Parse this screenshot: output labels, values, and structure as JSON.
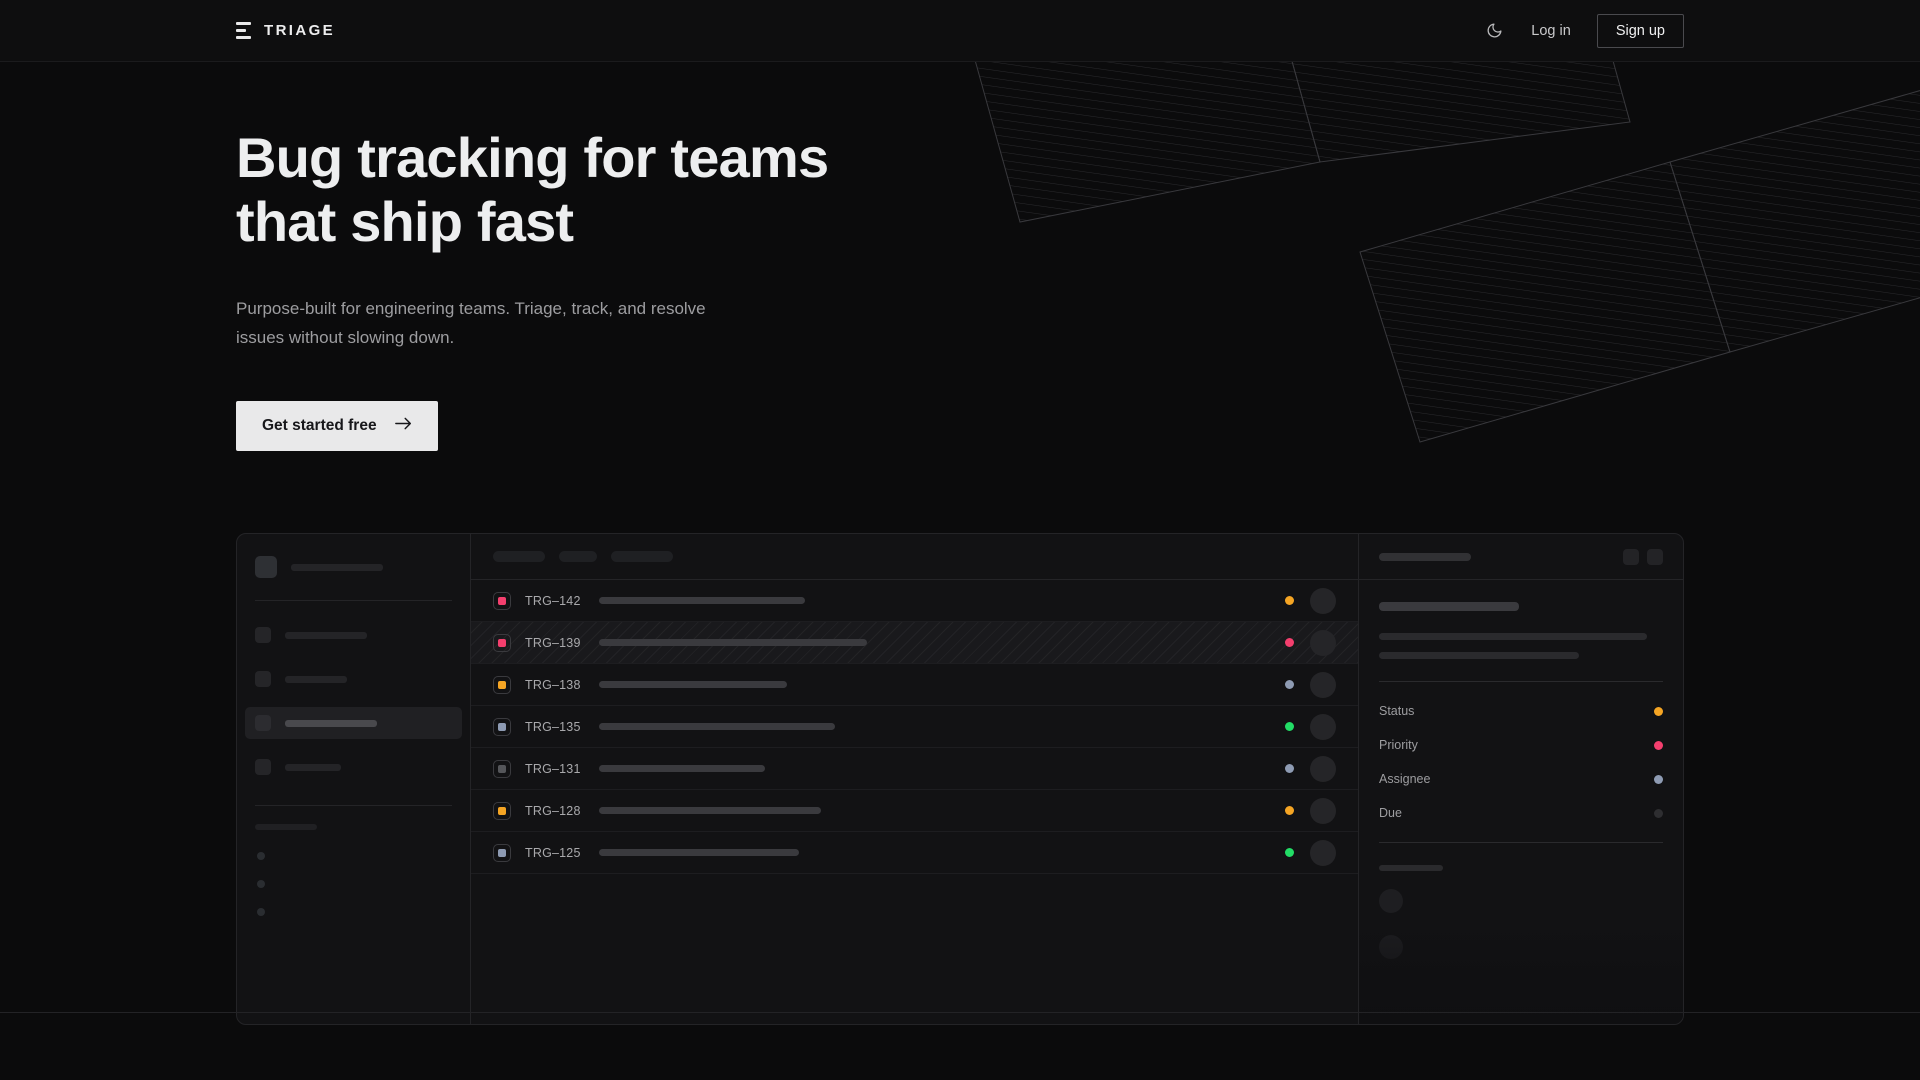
{
  "brand": {
    "name": "TRIAGE",
    "logo_icon": "stacked-bars-icon"
  },
  "nav": {
    "theme_toggle_icon": "moon-icon",
    "login_label": "Log in",
    "signup_label": "Sign up"
  },
  "hero": {
    "heading_line1": "Bug tracking for teams",
    "heading_line2": "that ship fast",
    "subtitle": "Purpose-built for engineering teams. Triage, track, and resolve issues without slowing down.",
    "cta_label": "Get started free",
    "cta_icon": "arrow-right-icon"
  },
  "colors": {
    "page_bg": "#0b0b0c",
    "nav_bg": "#0e0e0f",
    "panel_bg": "#121214",
    "border": "#242427",
    "text_primary": "#edeeef",
    "text_muted": "#9d9da0",
    "accent_pink": "#f43f6e",
    "accent_amber": "#f5a524",
    "accent_green": "#22dd66",
    "accent_slate": "#8e9bb3",
    "accent_grey": "#55565a",
    "cta_bg": "#e9e9ea"
  },
  "mockup": {
    "sidebar": {
      "workspace_label_width": 92,
      "items": [
        {
          "label_width": 82,
          "active": false
        },
        {
          "label_width": 62,
          "active": false
        },
        {
          "label_width": 92,
          "active": true
        },
        {
          "label_width": 56,
          "active": false
        }
      ],
      "section_caption_width": 62,
      "sub_items": 3
    },
    "list": {
      "toolbar_chips": [
        52,
        38,
        62
      ],
      "rows": [
        {
          "id": "TRG–142",
          "badge_color": "#f43f6e",
          "title_width": 206,
          "status_color": "#f5a524",
          "selected": false
        },
        {
          "id": "TRG–139",
          "badge_color": "#f43f6e",
          "title_width": 268,
          "status_color": "#f43f6e",
          "selected": true
        },
        {
          "id": "TRG–138",
          "badge_color": "#f5a524",
          "title_width": 188,
          "status_color": "#8e9bb3",
          "selected": false
        },
        {
          "id": "TRG–135",
          "badge_color": "#8e9bb3",
          "title_width": 236,
          "status_color": "#22dd66",
          "selected": false
        },
        {
          "id": "TRG–131",
          "badge_color": "#55565a",
          "title_width": 166,
          "status_color": "#8e9bb3",
          "selected": false
        },
        {
          "id": "TRG–128",
          "badge_color": "#f5a524",
          "title_width": 222,
          "status_color": "#f5a524",
          "selected": false
        },
        {
          "id": "TRG–125",
          "badge_color": "#8e9bb3",
          "title_width": 200,
          "status_color": "#22dd66",
          "selected": false
        }
      ]
    },
    "detail": {
      "header_icons": [
        "square-icon",
        "square-icon"
      ],
      "title_ph_width": 140,
      "desc_ph_widths": [
        268,
        268
      ],
      "meta": [
        {
          "label": "Status",
          "dot_color": "#f5a524"
        },
        {
          "label": "Priority",
          "dot_color": "#f43f6e"
        },
        {
          "label": "Assignee",
          "dot_color": "#8e9bb3"
        },
        {
          "label": "Due",
          "dot_color": "#2e2e31"
        }
      ],
      "comments_caption_width": 64,
      "comment_count": 2
    }
  }
}
